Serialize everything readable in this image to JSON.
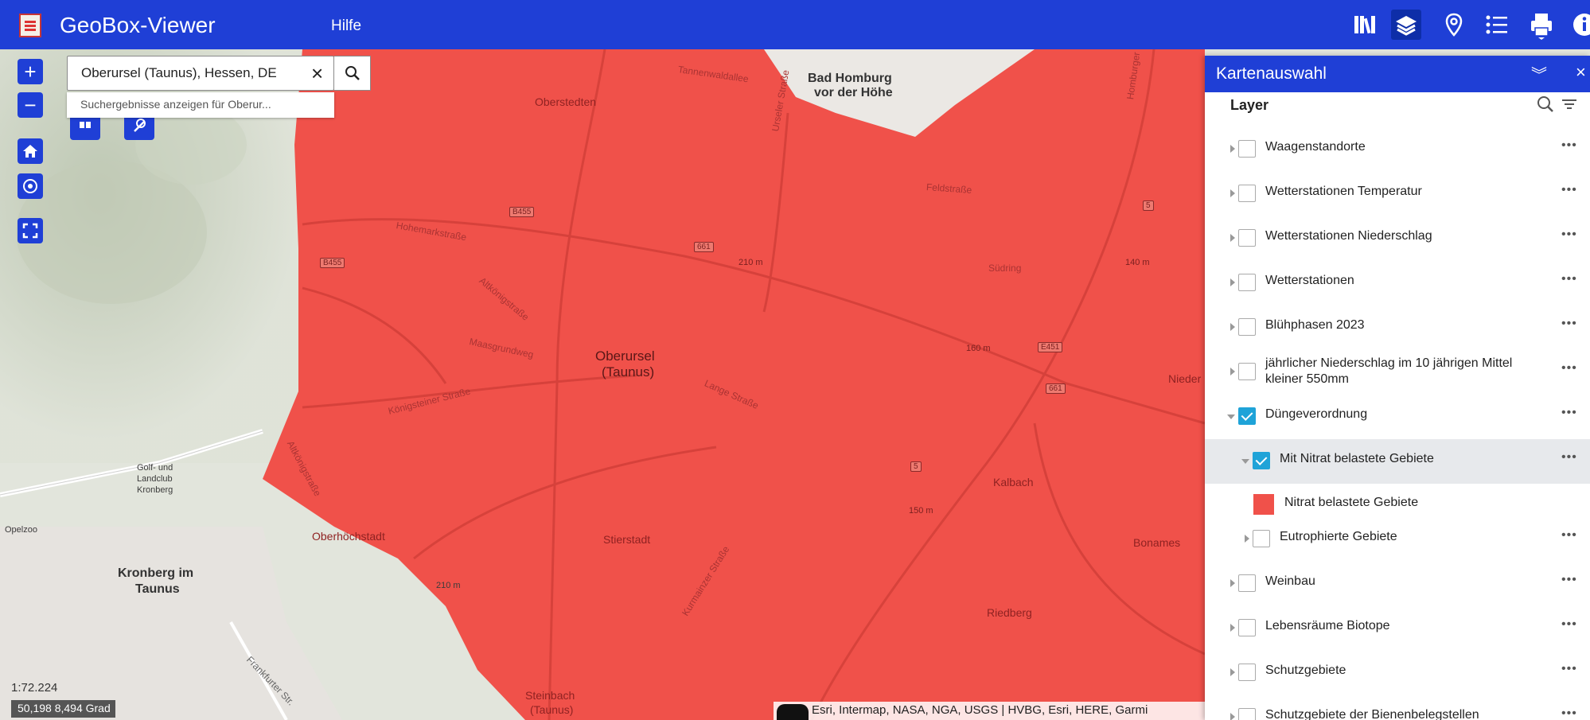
{
  "header": {
    "app_title": "GeoBox-Viewer",
    "help": "Hilfe",
    "icons": [
      "library-icon",
      "layers-icon",
      "location-pin-icon",
      "legend-list-icon",
      "print-icon",
      "info-icon"
    ]
  },
  "search": {
    "value": "Oberursel (Taunus), Hessen, DE",
    "suggestion": "Suchergebnisse anzeigen für Oberur..."
  },
  "map": {
    "highlight_color": "#f0514a",
    "places": {
      "bad_homburg_1": "Bad Homburg",
      "bad_homburg_2": "vor der Höhe",
      "oberstedten": "Oberstedten",
      "oberursel_1": "Oberursel",
      "oberursel_2": "(Taunus)",
      "kalbach": "Kalbach",
      "stierstadt": "Stierstadt",
      "oberhoechstadt": "Oberhöchstadt",
      "kronberg_1": "Kronberg im",
      "kronberg_2": "Taunus",
      "steinbach_1": "Steinbach",
      "steinbach_2": "(Taunus)",
      "riedberg": "Riedberg",
      "bonames": "Bonames",
      "nieder": "Nieder",
      "golf_1": "Golf- und",
      "golf_2": "Landclub",
      "golf_3": "Kronberg",
      "opelzoo": "Opelzoo"
    },
    "streets": {
      "hohemark": "Hohemarkstraße",
      "altkoenig": "Altkönigstraße",
      "maasgrund": "Maasgrundweg",
      "koenigsteiner": "Königsteiner Straße",
      "lange": "Lange Straße",
      "feld": "Feldstraße",
      "suedring": "Südring",
      "kurmainzer": "Kurmainzer Straße",
      "tannenwald": "Tannenwaldallee",
      "frankfurter": "Frankfurter Str.",
      "altkoenig2": "Altkönigstraße",
      "urseler": "Urseler Straße",
      "homburger": "Homburger Straße"
    },
    "shields": [
      "B455",
      "B455",
      "661",
      "5",
      "E451",
      "661",
      "5"
    ],
    "elevations": [
      "210 m",
      "140 m",
      "160 m",
      "150 m",
      "210 m"
    ],
    "scale": "1:72.224",
    "coordinates": "50,198 8,494 Grad",
    "attribution": "Esri, Intermap, NASA, NGA, USGS | HVBG, Esri, HERE, Garmi"
  },
  "panel": {
    "title": "Kartenauswahl",
    "layer_header": "Layer",
    "rows": [
      {
        "label": "Waagenstandorte",
        "checked": false
      },
      {
        "label": "Wetterstationen Temperatur",
        "checked": false
      },
      {
        "label": "Wetterstationen Niederschlag",
        "checked": false
      },
      {
        "label": "Wetterstationen",
        "checked": false
      },
      {
        "label": "Blühphasen 2023",
        "checked": false
      },
      {
        "label": "jährlicher Niederschlag im 10 jährigen Mittel kleiner 550mm",
        "checked": false
      },
      {
        "label": "Düngeverordnung",
        "checked": true
      },
      {
        "label": "Mit Nitrat belastete Gebiete",
        "checked": true
      },
      {
        "label": "Nitrat belastete Gebiete",
        "legend": true
      },
      {
        "label": "Eutrophierte Gebiete",
        "checked": false
      },
      {
        "label": "Weinbau",
        "checked": false
      },
      {
        "label": "Lebensräume Biotope",
        "checked": false
      },
      {
        "label": "Schutzgebiete",
        "checked": false
      },
      {
        "label": "Schutzgebiete der Bienenbelegstellen",
        "checked": false
      }
    ],
    "menu_glyph": "•••"
  }
}
